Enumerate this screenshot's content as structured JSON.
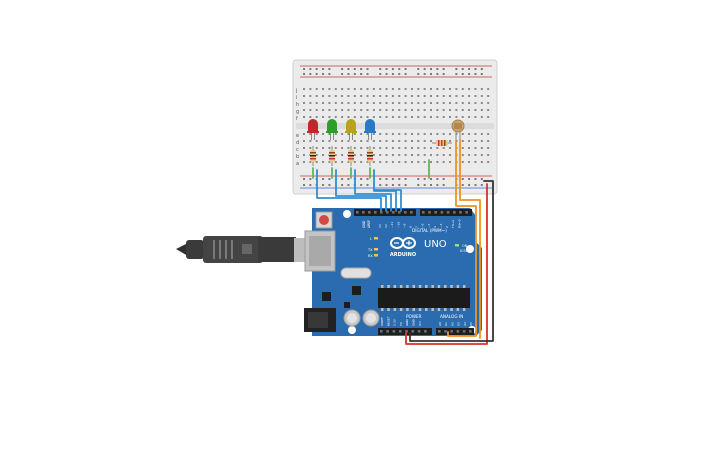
{
  "arduino": {
    "brand": "ARDUINO",
    "model": "UNO",
    "digital_label": "DIGITAL (PWM~)",
    "power_label": "POWER",
    "analog_label": "ANALOG IN",
    "icsp_label": "ICSP",
    "aref_label": "AREF",
    "gnd_label": "GND",
    "l_label": "L",
    "tx_label": "TX",
    "rx_label": "RX",
    "on_label": "ON",
    "digital_pins": [
      "13",
      "12",
      "~11",
      "~10",
      "~9",
      "8",
      "7",
      "~6",
      "~5",
      "4",
      "~3",
      "2",
      "TX→1",
      "RX←0"
    ],
    "power_pins": [
      "IOREF",
      "RESET",
      "3.3V",
      "5V",
      "GND",
      "GND",
      "Vin"
    ],
    "analog_pins": [
      "A0",
      "A1",
      "A2",
      "A3",
      "A4",
      "A5"
    ]
  },
  "breadboard": {
    "row_letters_top": [
      "j",
      "i",
      "h",
      "g",
      "f"
    ],
    "row_letters_bottom": [
      "e",
      "d",
      "c",
      "b",
      "a"
    ]
  },
  "components": {
    "leds": [
      {
        "name": "led-red",
        "color": "#c0282d"
      },
      {
        "name": "led-green",
        "color": "#2e9d2e"
      },
      {
        "name": "led-yellow",
        "color": "#b8a41c"
      },
      {
        "name": "led-blue",
        "color": "#2a79c4"
      }
    ],
    "photoresistor": {
      "name": "photoresistor",
      "color": "#c9a46b"
    }
  },
  "colors": {
    "board": "#2b6cb0",
    "breadboard": "#e9e9e9",
    "wire_blue": "#2f8fd4",
    "wire_green": "#5cb85c",
    "wire_orange": "#f0931f",
    "wire_red": "#d9312c",
    "wire_black": "#333333",
    "usb": "#3c3c3c"
  }
}
